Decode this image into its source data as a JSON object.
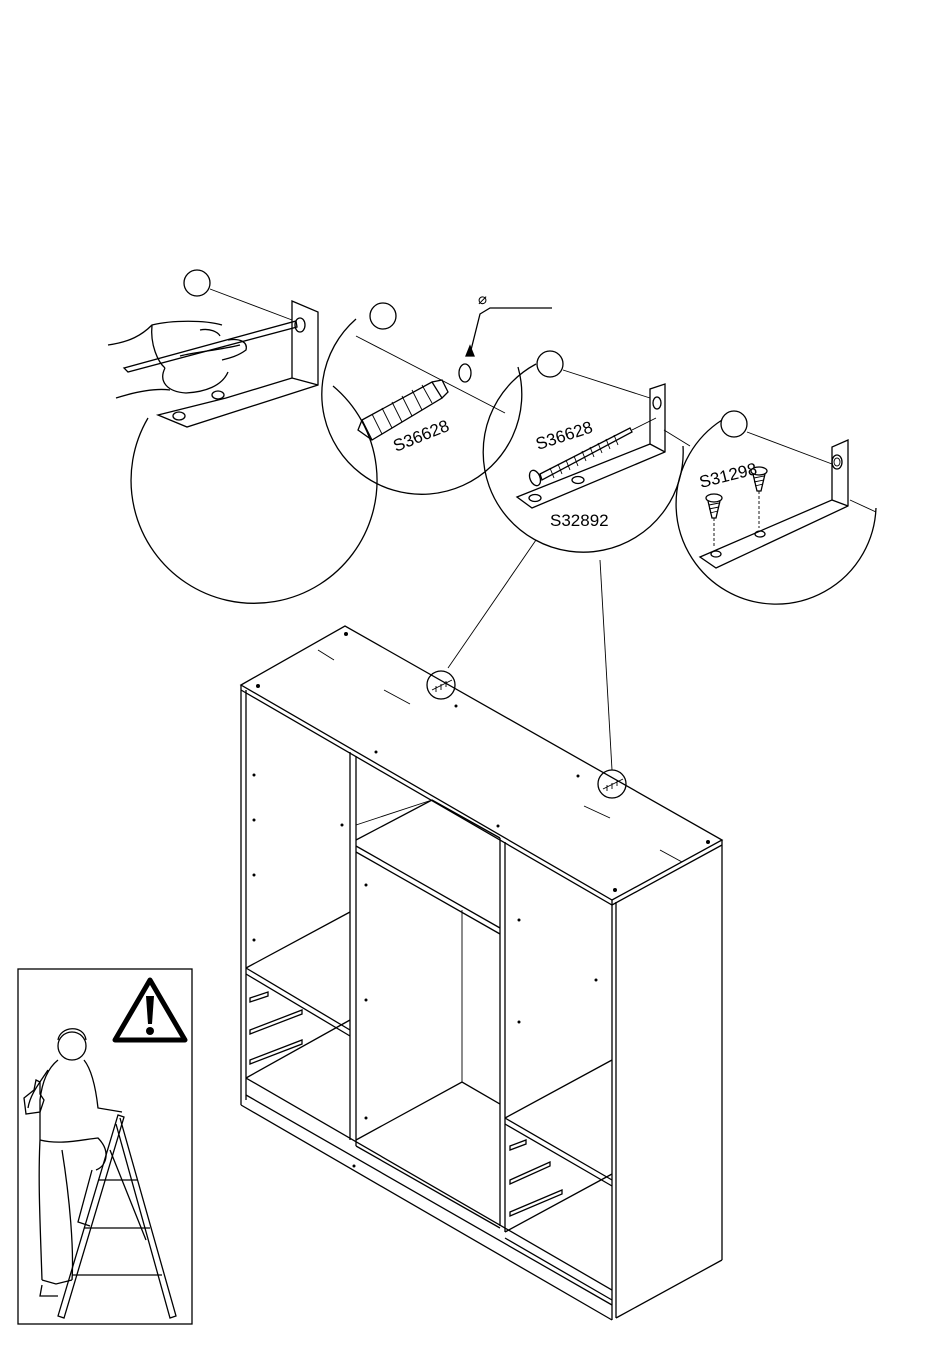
{
  "diagram": {
    "step_circles": [
      {
        "id": "cut",
        "labels": []
      },
      {
        "id": "dowel",
        "labels": [
          "S36628"
        ],
        "diameter_symbol": "⌀"
      },
      {
        "id": "wall-screw",
        "labels": [
          "S36628",
          "S32892"
        ]
      },
      {
        "id": "bracket-screw",
        "labels": [
          "S31298"
        ]
      }
    ],
    "warning_panel": {
      "symbol": "!"
    }
  },
  "icons": [
    "warning-triangle-icon",
    "ladder-person-illustration"
  ],
  "colors": {
    "line": "#000000",
    "background": "#ffffff"
  }
}
